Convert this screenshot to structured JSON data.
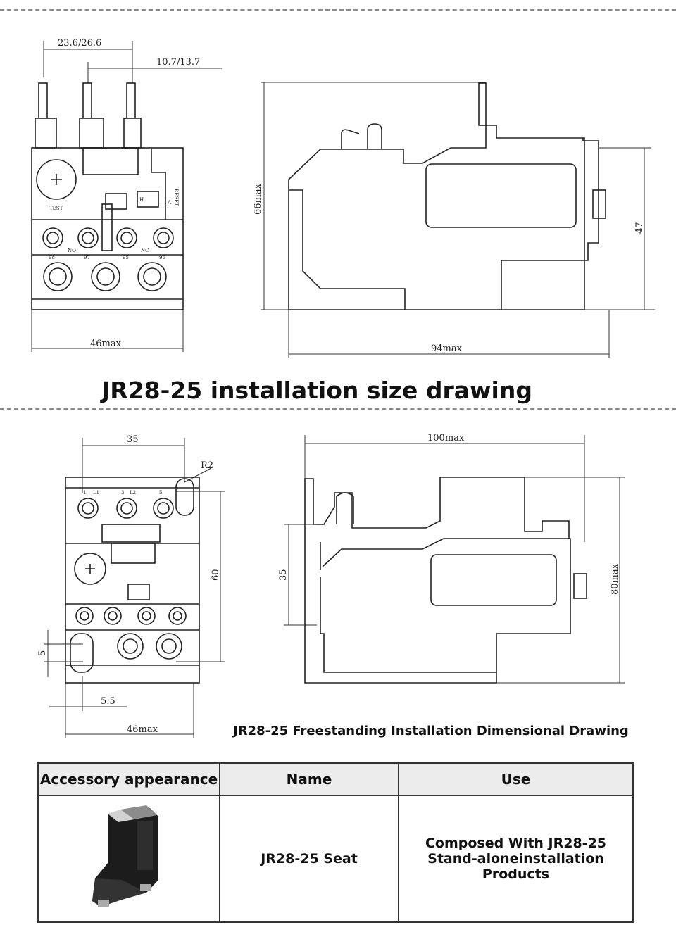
{
  "top_drawing": {
    "dims": {
      "span_a": "23.6/26.6",
      "span_b": "10.7/13.7",
      "width": "46max",
      "height": "66max",
      "depth": "94max",
      "rail": "47"
    },
    "terminals": [
      "98",
      "97",
      "95",
      "96"
    ],
    "contact_labels": [
      "NO",
      "NC"
    ],
    "test_label": "TEST",
    "reset_label": "RESET",
    "reset_letters": [
      "A",
      "H"
    ]
  },
  "title": "JR28-25 installation size drawing",
  "bottom_drawing": {
    "dims": {
      "span": "35",
      "radius": "R2",
      "height_60": "60",
      "slot": "5",
      "offset": "5.5",
      "width": "46max",
      "depth": "100max",
      "height": "80max",
      "side_35": "35"
    },
    "terminal_tops": [
      "1",
      "L1",
      "3",
      "L2",
      "5"
    ],
    "caption": "JR28-25 Freestanding Installation Dimensional Drawing"
  },
  "table": {
    "headers": [
      "Accessory appearance",
      "Name",
      "Use"
    ],
    "rows": [
      {
        "name": "JR28-25 Seat",
        "use": [
          "Composed With JR28-25",
          "Stand-aloneinstallation",
          "Products"
        ]
      }
    ]
  }
}
